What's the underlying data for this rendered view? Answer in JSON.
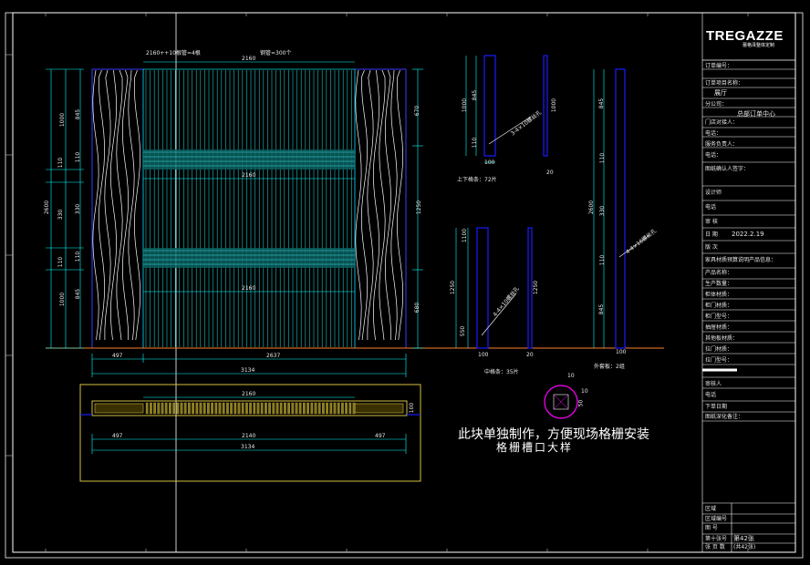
{
  "logo": {
    "brand": "TREGAZZE",
    "sub": "蕾格泽整体定制"
  },
  "title_block": {
    "rows": [
      {
        "label": "订单编号：",
        "value": ""
      },
      {
        "label": "订单项目名称：",
        "value": "展厅"
      },
      {
        "label": "分公司：",
        "value": "总部订单中心"
      },
      {
        "label": "门店对接人：",
        "value": ""
      },
      {
        "label": "电话：",
        "value": ""
      },
      {
        "label": "服务负责人：",
        "value": ""
      },
      {
        "label": "电话：",
        "value": ""
      },
      {
        "label": "图纸确认人签字：",
        "value": ""
      },
      {
        "label": "设计师",
        "value": ""
      },
      {
        "label": "电话",
        "value": ""
      },
      {
        "label": "审  核",
        "value": ""
      },
      {
        "label": "日  期",
        "value": "2022.2.19"
      },
      {
        "label": "版  次",
        "value": ""
      },
      {
        "label": "家具材质预算说明产品信息：",
        "value": ""
      },
      {
        "label": "产品名称：",
        "value": ""
      },
      {
        "label": "生产数量：",
        "value": ""
      },
      {
        "label": "柜体材质：",
        "value": ""
      },
      {
        "label": "柜门材质：",
        "value": ""
      },
      {
        "label": "柜门型号：",
        "value": ""
      },
      {
        "label": "抽屉材质：",
        "value": ""
      },
      {
        "label": "其他板材质：",
        "value": ""
      },
      {
        "label": "拉门材质：",
        "value": ""
      },
      {
        "label": "拉门型号：",
        "value": ""
      },
      {
        "label": "",
        "value": ""
      },
      {
        "label": "审核人",
        "value": ""
      },
      {
        "label": "电话",
        "value": ""
      },
      {
        "label": "下单日期",
        "value": ""
      },
      {
        "label": "图纸深化备注：",
        "value": ""
      }
    ],
    "bottom": {
      "area": "区域",
      "area_no": "区域编号",
      "drawing_no": "图    号",
      "sheet_label": "第十张号",
      "sheet_value": "第42张",
      "total_label": "张 页 数",
      "total_value": "(共42张)"
    }
  },
  "dimensions": {
    "top_label_left": "2160++10根管=4根",
    "top_label_right": "钢管=300个",
    "elevation_top_width": "2160",
    "elevation_mid_width1": "2160",
    "elevation_mid_width2": "2160",
    "left_total_height": "2600",
    "left_heights": [
      "1000",
      "110",
      "330",
      "110",
      "1000"
    ],
    "left_inner_heights": [
      "845",
      "110",
      "330",
      "110",
      "845"
    ],
    "right_heights": [
      "670",
      "1250",
      "680"
    ],
    "bottom_left": "497",
    "bottom_mid": "2637",
    "bottom_total": "3134",
    "plan_top": "2160",
    "plan_mid_left": "497",
    "plan_mid": "2140",
    "plan_mid_right": "497",
    "plan_total": "3134",
    "plan_side": "100"
  },
  "sections": {
    "upper_lower_heights": [
      "1000",
      "845",
      "110"
    ],
    "upper_lower_widths": [
      "100",
      "20"
    ],
    "upper_lower_caption": "上下格条：72片",
    "upper_lower_callout": "3-4×10螺丝孔",
    "right_section_value": "1000",
    "middle_heights": [
      "1100",
      "1250",
      "550"
    ],
    "middle_widths": [
      "100",
      "20"
    ],
    "middle_caption": "中格条：35片",
    "middle_callout": "4-4×10螺丝孔",
    "middle_right_value": "1250",
    "outer_heights": [
      "2600",
      "845",
      "110",
      "330",
      "110",
      "845"
    ],
    "outer_width": "100",
    "outer_caption": "外套板：2组",
    "outer_callout": "4-4×16螺丝孔"
  },
  "detail": {
    "dims": [
      "10",
      "10",
      "50"
    ]
  },
  "notes": {
    "main": "此块单独制作，方便现场格栅安装",
    "sub": "格栅槽口大样"
  },
  "colors": {
    "background": "#000000",
    "frame": "#ffffff",
    "dimension": "#00ffff",
    "panel_outline": "#00ffff",
    "component_blue": "#1a1aff",
    "wood_panel": "#ffffff",
    "plan_yellow": "#d4c040",
    "floor_line": "#ff7f27",
    "detail_magenta": "#ff00ff"
  }
}
